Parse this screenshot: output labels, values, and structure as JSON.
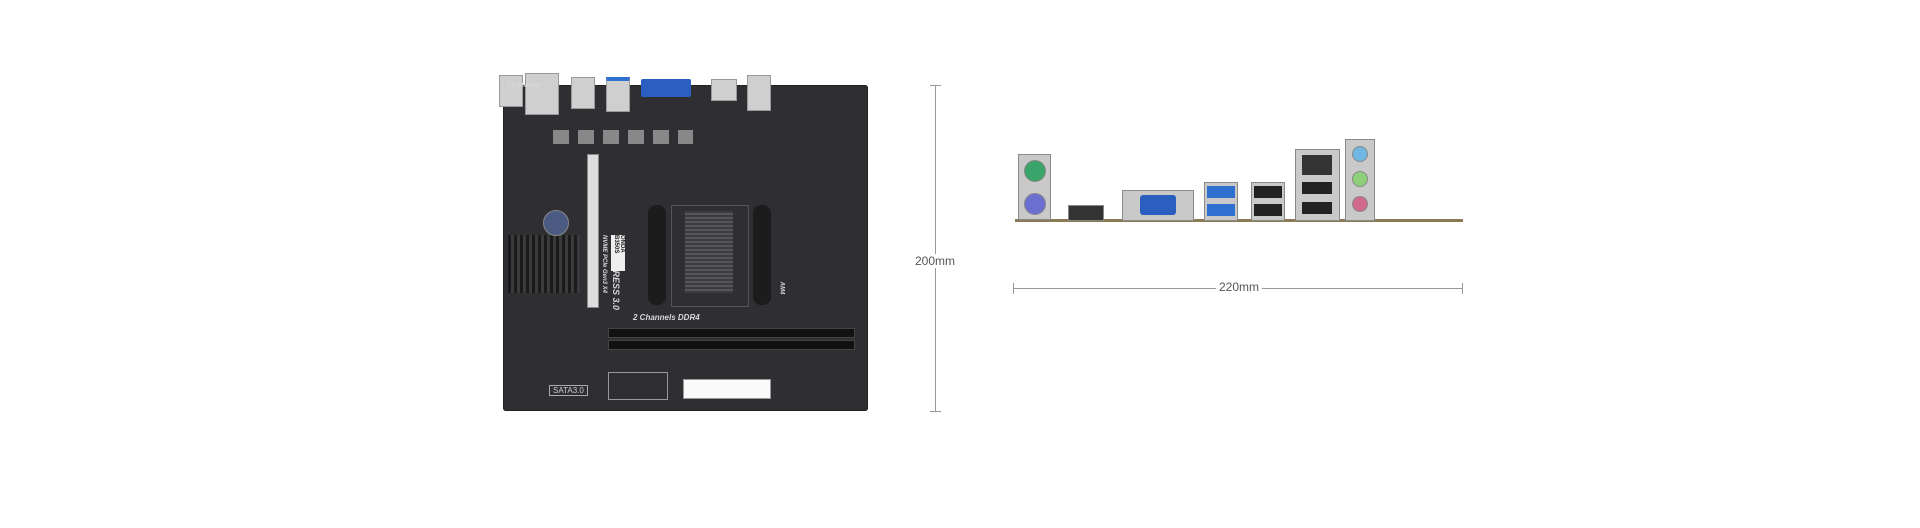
{
  "board": {
    "brand": "ONDA",
    "model": "B350S",
    "audio_label": "5.1 Channel",
    "pcie_label": "PCI EXPRESS 3.0",
    "nvme_label": "NVME PCIe Gen3 X4",
    "memory_label": "2 Channels DDR4",
    "socket_label": "AM4",
    "sata_label": "SATA3.0"
  },
  "dimensions": {
    "height": "200mm",
    "width": "220mm"
  },
  "colors": {
    "pcb": "#2f2f33",
    "vga": "#2a5fbf",
    "usb3": "#2f6fd0",
    "ps2_mouse": "#3aa56a",
    "ps2_keyboard": "#6a6fd0",
    "audio_blue": "#6fb6e0",
    "audio_green": "#8ed07a",
    "audio_pink": "#d06a8a"
  }
}
